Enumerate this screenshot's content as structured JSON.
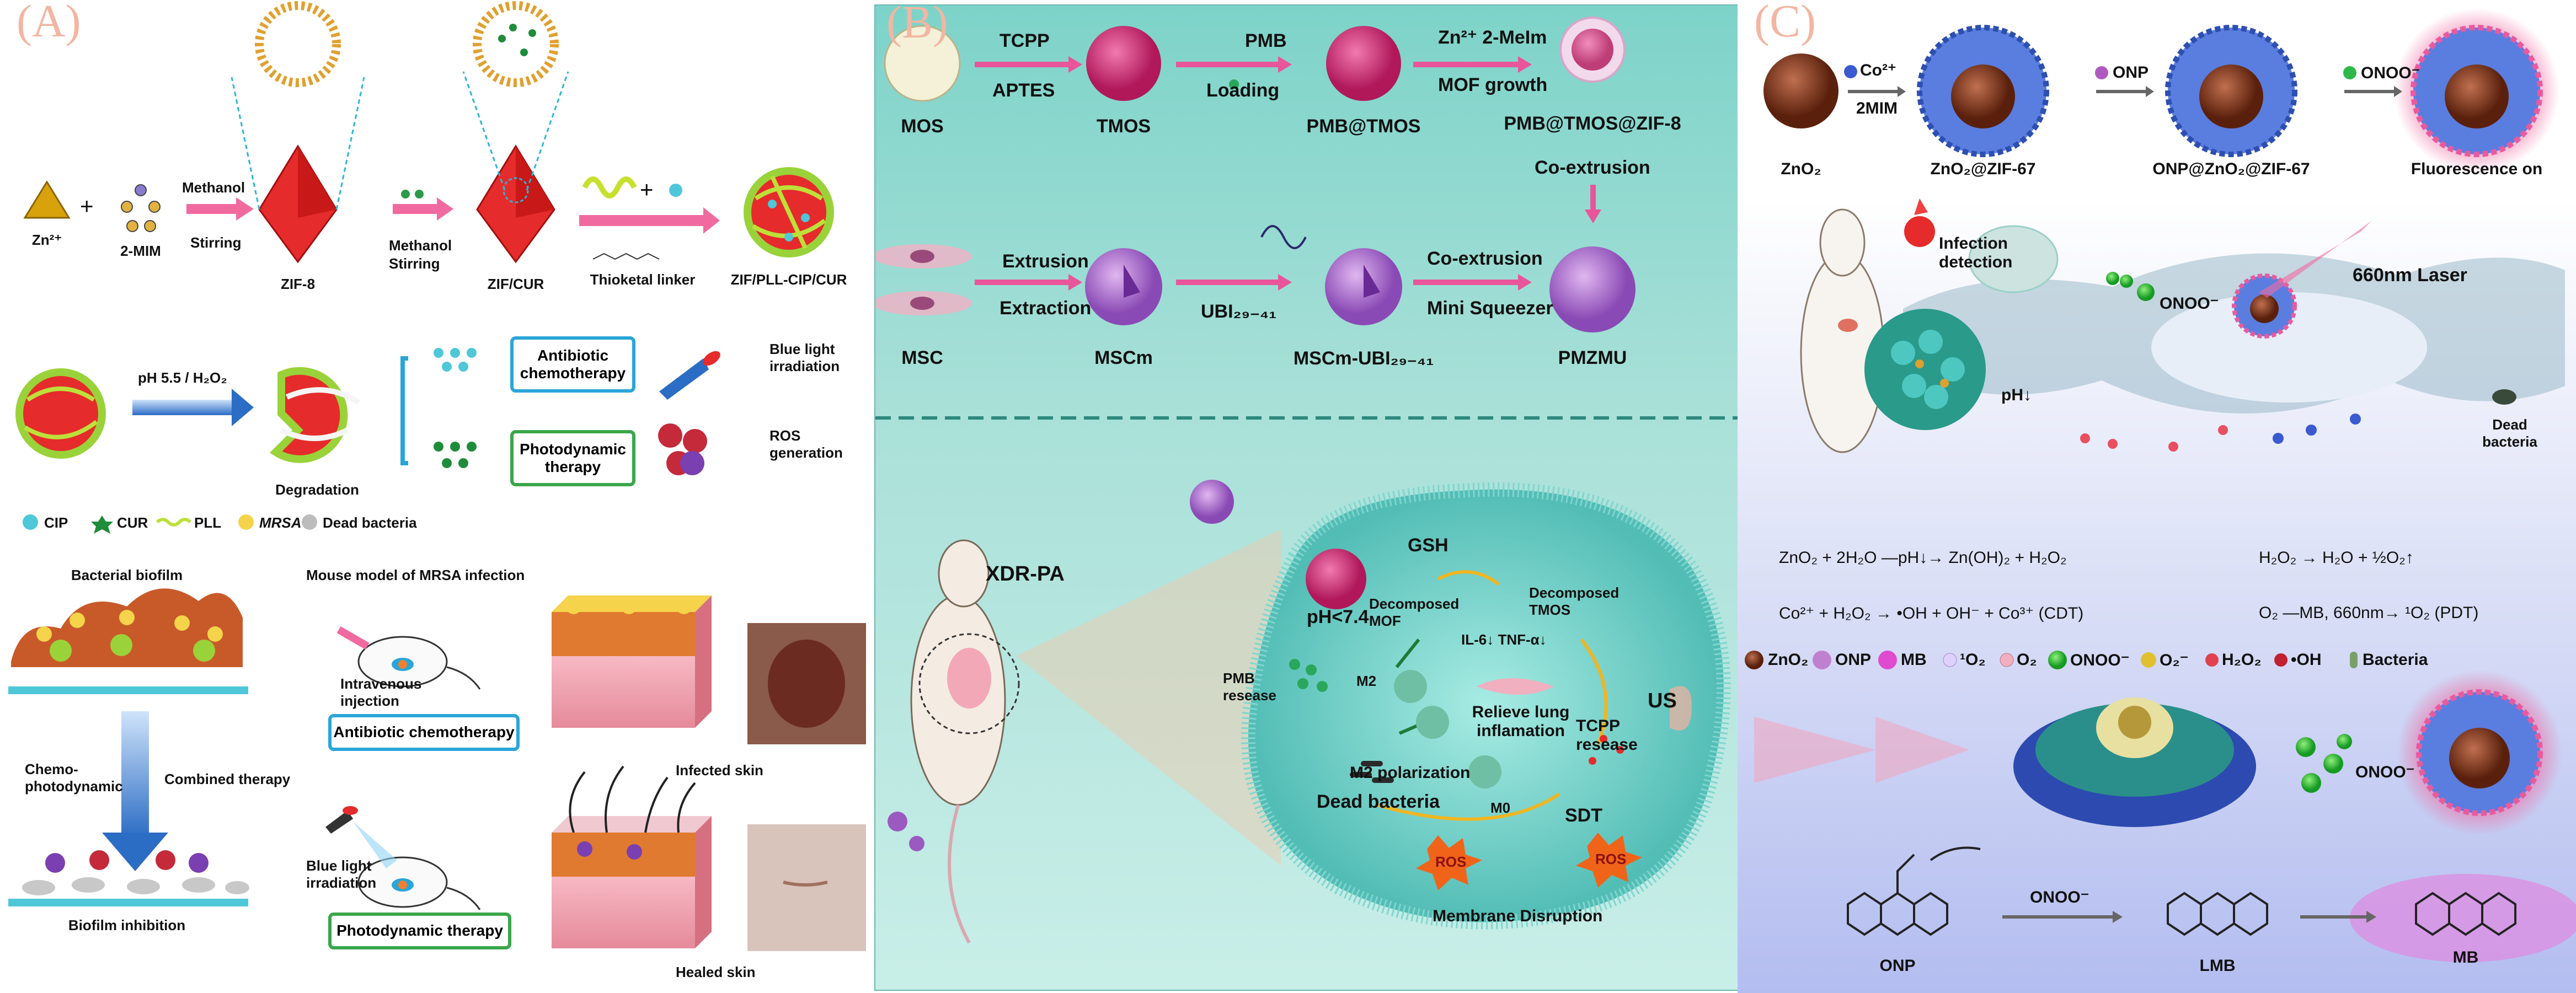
{
  "panelA": {
    "label": "(A)",
    "row1": {
      "zn": "Zn²⁺",
      "plus1": "+",
      "mim": "2-MIM",
      "arrow1_top": "Methanol",
      "arrow1_bottom": "Stirring",
      "zif8": "ZIF-8",
      "arrow2_top": "Methanol",
      "arrow2_bottom": "Stirring",
      "zifcur": "ZIF/CUR",
      "plus2": "+",
      "linker": "Thioketal linker",
      "product": "ZIF/PLL-CIP/CUR"
    },
    "row2": {
      "condition": "pH 5.5 / H₂O₂",
      "degradation": "Degradation",
      "box1": "Antibiotic chemotherapy",
      "box2": "Photodynamic therapy",
      "bluelight": "Blue light irradiation",
      "ros": "ROS generation"
    },
    "legend": [
      "CIP",
      "CUR",
      "PLL",
      "MRSA",
      "Dead bacteria"
    ],
    "row3": {
      "biofilm": "Bacterial biofilm",
      "mouse_title": "Mouse model of MRSA infection",
      "iv": "Intravenous injection",
      "box3": "Antibiotic chemotherapy",
      "chemo": "Chemo-photodynamic",
      "combined": "Combined therapy",
      "bluelight2": "Blue light irradiation",
      "box4": "Photodynamic therapy",
      "infected": "Infected skin",
      "healed": "Healed skin",
      "inhibition": "Biofilm inhibition"
    },
    "colors": {
      "box_blue": "#2aa5d8",
      "box_green": "#3aa64a",
      "arrow_pink": "#f06aa0",
      "arrow_blue": "#2b6cc4",
      "zif_red": "#e52b2b"
    }
  },
  "panelB": {
    "label": "(B)",
    "top": {
      "mos": "MOS",
      "tcpp": "TCPP",
      "aptes": "APTES",
      "tmos": "TMOS",
      "pmb": "PMB",
      "loading": "Loading",
      "pmbtmos": "PMB@TMOS",
      "zn2melm": "Zn²⁺ 2-MeIm",
      "mofgrowth": "MOF growth",
      "final": "PMB@TMOS@ZIF-8",
      "coextrusion1": "Co-extrusion",
      "msc": "MSC",
      "extrusion": "Extrusion",
      "extraction": "Extraction",
      "mscm": "MSCm",
      "ubi": "UBI₂₉₋₄₁",
      "mscmubi": "MSCm-UBI₂₉₋₄₁",
      "coextrusion2": "Co-extrusion",
      "mini": "Mini Squeezer",
      "pmzmu": "PMZMU"
    },
    "bottom": {
      "xdr": "XDR-PA",
      "gsh": "GSH",
      "decmof": "Decomposed MOF",
      "dectmos": "Decomposed TMOS",
      "ph": "pH<7.4",
      "il6": "IL-6↓ TNF-α↓",
      "pmbrel": "PMB resease",
      "m2": "M2",
      "relieve": "Relieve lung inflamation",
      "tcpprel": "TCPP resease",
      "us": "US",
      "m2pol": "M2 polarization",
      "dead": "Dead bacteria",
      "m0": "M0",
      "sdt": "SDT",
      "ros1": "ROS",
      "ros2": "ROS",
      "membrane": "Membrane Disruption"
    },
    "colors": {
      "arrow_pink": "#e8559a",
      "tmos_pink": "#d9337e",
      "mscm_purple": "#9b5fc0",
      "membrane_teal": "#5cc3be"
    }
  },
  "panelC": {
    "label": "(C)",
    "row1": {
      "co": "Co²⁺",
      "mim": "2MIM",
      "zno2": "ZnO₂",
      "zno2zif": "ZnO₂@ZIF-67",
      "onp": "ONP",
      "onpzif": "ONP@ZnO₂@ZIF-67",
      "onoo": "ONOO⁻",
      "fluor": "Fluorescence on"
    },
    "scene": {
      "infection": "Infection detection",
      "onoo": "ONOO⁻",
      "laser": "660nm Laser",
      "ph": "pH↓",
      "dead": "Dead bacteria"
    },
    "equations": [
      "ZnO₂ + 2H₂O —pH↓→ Zn(OH)₂ + H₂O₂",
      "H₂O₂ → H₂O + ½O₂↑",
      "Co²⁺ + H₂O₂ → •OH + OH⁻ + Co³⁺ (CDT)",
      "O₂ —MB, 660nm→ ¹O₂ (PDT)"
    ],
    "legend": [
      "ZnO₂",
      "ONP",
      "MB",
      "¹O₂",
      "O₂",
      "ONOO⁻",
      "O₂⁻",
      "H₂O₂",
      "•OH",
      "Bacteria"
    ],
    "bottom": {
      "onoo": "ONOO⁻",
      "onoo2": "ONOO⁻",
      "onp": "ONP",
      "lmb": "LMB",
      "mb": "MB"
    },
    "colors": {
      "zif_blue": "#4b6cd6",
      "core_brown": "#7a3a1c",
      "glow_pink": "#f06aa0"
    }
  }
}
